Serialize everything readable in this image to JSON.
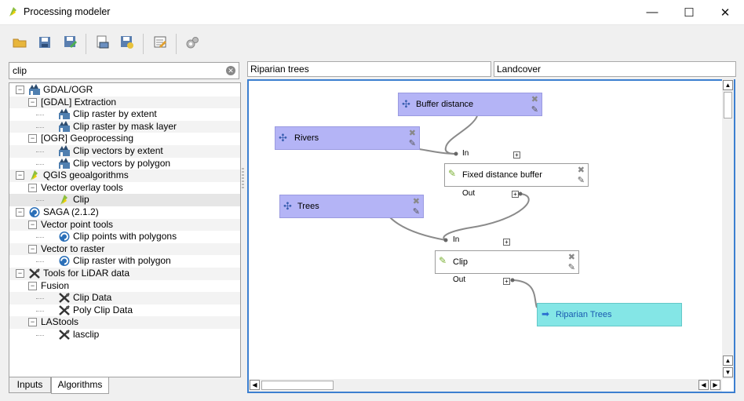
{
  "window": {
    "title": "Processing modeler",
    "controls": [
      "—",
      "☐",
      "✕"
    ]
  },
  "toolbar": {
    "buttons": [
      "open-model",
      "save-model",
      "save-model-as",
      "export-image",
      "export-python",
      "edit-help",
      "run-model"
    ]
  },
  "search": {
    "value": "clip",
    "placeholder": ""
  },
  "tree": [
    {
      "label": "GDAL/OGR"
    },
    {
      "label": "[GDAL] Extraction"
    },
    {
      "label": "Clip raster by extent"
    },
    {
      "label": "Clip raster by mask layer"
    },
    {
      "label": "[OGR] Geoprocessing"
    },
    {
      "label": "Clip vectors by extent"
    },
    {
      "label": "Clip vectors by polygon"
    },
    {
      "label": "QGIS geoalgorithms"
    },
    {
      "label": "Vector overlay tools"
    },
    {
      "label": "Clip"
    },
    {
      "label": "SAGA (2.1.2)"
    },
    {
      "label": "Vector point tools"
    },
    {
      "label": "Clip points with polygons"
    },
    {
      "label": "Vector to raster"
    },
    {
      "label": "Clip raster with polygon"
    },
    {
      "label": "Tools for LiDAR data"
    },
    {
      "label": "Fusion"
    },
    {
      "label": "Clip Data"
    },
    {
      "label": "Poly Clip Data"
    },
    {
      "label": "LAStools"
    },
    {
      "label": "lasclip"
    }
  ],
  "tabs": {
    "inputs": "Inputs",
    "algorithms": "Algorithms"
  },
  "model": {
    "name": "Riparian trees",
    "group": "Landcover"
  },
  "nodes": {
    "buffer_distance": "Buffer distance",
    "rivers": "Rivers",
    "fixed_buffer": "Fixed distance buffer",
    "trees": "Trees",
    "clip": "Clip",
    "riparian_out": "Riparian Trees"
  },
  "ports": {
    "in": "In",
    "out": "Out"
  },
  "colors": {
    "input_node": "#b4b4f6",
    "output_node": "#84e6e6",
    "canvas_border": "#3c7fd0"
  }
}
